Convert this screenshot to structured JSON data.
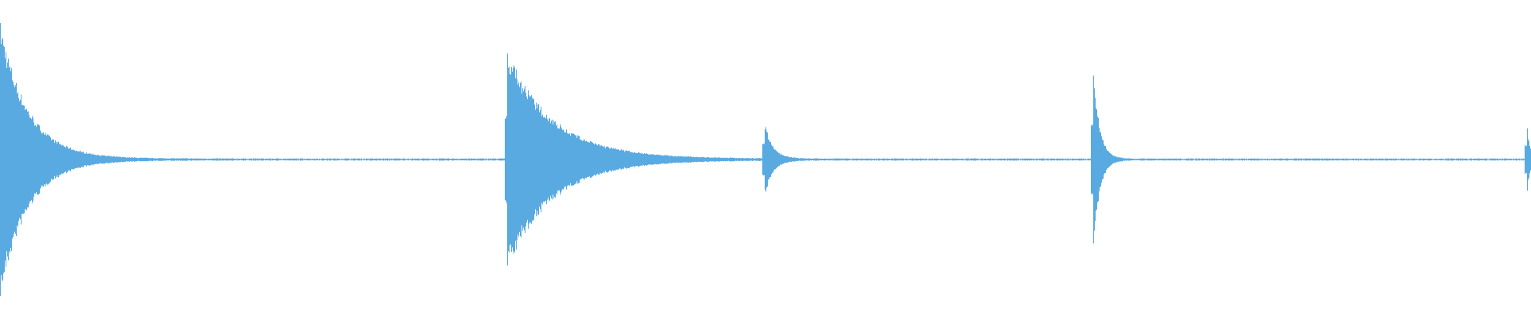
{
  "waveform": {
    "color": "#5aaae2",
    "background": "#ffffff",
    "transients": [
      {
        "time": 0.0,
        "amplitude": 0.96,
        "decay": 0.018
      },
      {
        "time": 0.331,
        "amplitude": 0.76,
        "decay": 0.03
      },
      {
        "time": 0.499,
        "amplitude": 0.27,
        "decay": 0.005
      },
      {
        "time": 0.714,
        "amplitude": 0.63,
        "decay": 0.004
      },
      {
        "time": 0.997,
        "amplitude": 0.26,
        "decay": 0.002
      }
    ],
    "noise_floor": 0.006
  }
}
